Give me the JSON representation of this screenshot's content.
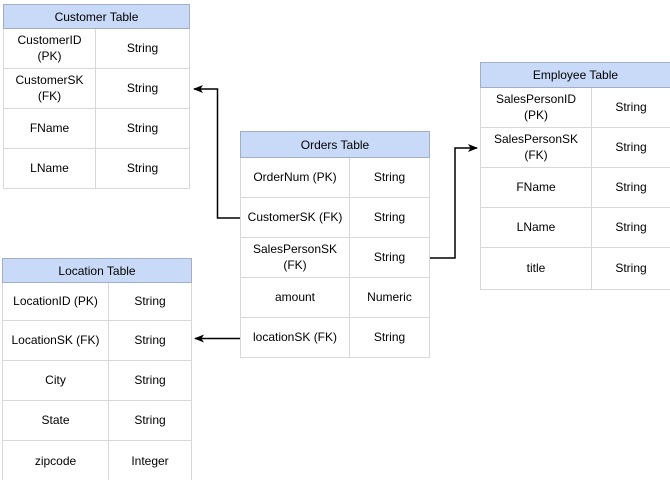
{
  "colors": {
    "background": "#ffffff",
    "header_fill": "#c9daf8",
    "header_border": "#a2aec6",
    "cell_border": "#d8d8d8",
    "text": "#000000",
    "connector": "#000000"
  },
  "tables": [
    {
      "title": "Customer Table",
      "rows": [
        {
          "field": "CustomerID (PK)",
          "type": "String"
        },
        {
          "field": "CustomerSK\n(FK)",
          "type": "String"
        },
        {
          "field": "FName",
          "type": "String"
        },
        {
          "field": "LName",
          "type": "String"
        }
      ]
    },
    {
      "title": "Orders Table",
      "rows": [
        {
          "field": "OrderNum (PK)",
          "type": "String"
        },
        {
          "field": "CustomerSK (FK)",
          "type": "String"
        },
        {
          "field": "SalesPersonSK\n(FK)",
          "type": "String"
        },
        {
          "field": "amount",
          "type": "Numeric"
        },
        {
          "field": "locationSK (FK)",
          "type": "String"
        }
      ]
    },
    {
      "title": "Employee Table",
      "rows": [
        {
          "field": "SalesPersonID (PK)",
          "type": "String"
        },
        {
          "field": "SalesPersonSK\n(FK)",
          "type": "String"
        },
        {
          "field": "FName",
          "type": "String"
        },
        {
          "field": "LName",
          "type": "String"
        },
        {
          "field": "title",
          "type": "String"
        }
      ]
    },
    {
      "title": "Location Table",
      "rows": [
        {
          "field": "LocationID (PK)",
          "type": "String"
        },
        {
          "field": "LocationSK (FK)",
          "type": "String"
        },
        {
          "field": "City",
          "type": "String"
        },
        {
          "field": "State",
          "type": "String"
        },
        {
          "field": "zipcode",
          "type": "Integer"
        }
      ]
    }
  ],
  "relationships": [
    {
      "from": "Orders Table.CustomerSK (FK)",
      "to": "Customer Table.CustomerSK (FK)"
    },
    {
      "from": "Orders Table.SalesPersonSK (FK)",
      "to": "Employee Table.SalesPersonSK (FK)"
    },
    {
      "from": "Orders Table.locationSK (FK)",
      "to": "Location Table.LocationSK (FK)"
    }
  ]
}
